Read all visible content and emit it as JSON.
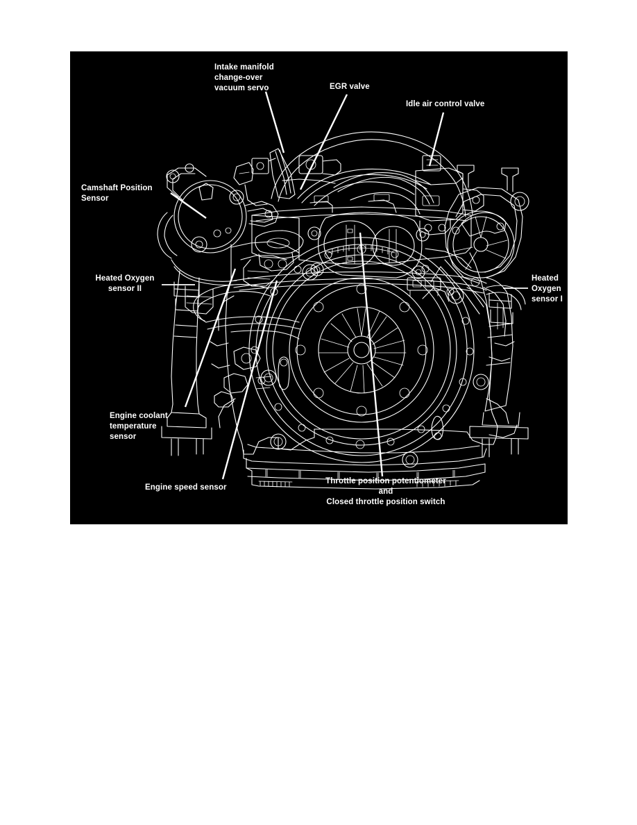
{
  "document": {
    "page_background": "#ffffff",
    "figure_background": "#000000",
    "label_color": "#ffffff"
  },
  "figure": {
    "title": "Engine sensor location diagram",
    "callouts": [
      {
        "id": "intake-manifold-changeover-vacuum-servo",
        "text": "Intake manifold\nchange-over\nvacuum servo",
        "align": "left"
      },
      {
        "id": "egr-valve",
        "text": "EGR valve",
        "align": "left"
      },
      {
        "id": "idle-air-control-valve",
        "text": "Idle air control valve",
        "align": "left"
      },
      {
        "id": "camshaft-position-sensor",
        "text": "Camshaft Position\nSensor",
        "align": "left"
      },
      {
        "id": "heated-oxygen-sensor-ii",
        "text": "Heated Oxygen\nsensor II",
        "align": "center"
      },
      {
        "id": "heated-oxygen-sensor-i",
        "text": "Heated\nOxygen\nsensor I",
        "align": "left"
      },
      {
        "id": "engine-coolant-temperature-sensor",
        "text": "Engine coolant\ntemperature\nsensor",
        "align": "left"
      },
      {
        "id": "engine-speed-sensor",
        "text": "Engine speed sensor",
        "align": "left"
      },
      {
        "id": "throttle-position-potentiometer-and-closed-throttle-position-switch",
        "text": "Throttle position potentiometer\nand\nClosed throttle position switch",
        "align": "center"
      }
    ]
  }
}
